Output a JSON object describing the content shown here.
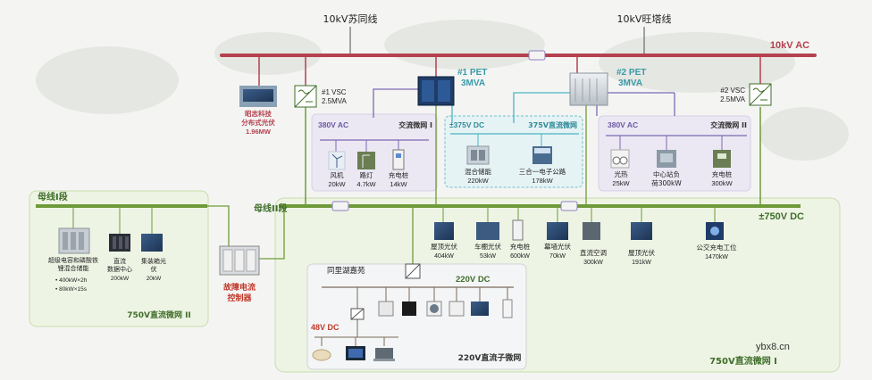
{
  "colors": {
    "bus_red": "#b5404f",
    "bus_green": "#6f9a3a",
    "purple": "#7c69b3",
    "teal": "#4bb3c4",
    "dark_green": "#3f6e2a",
    "red_text": "#c0392b"
  },
  "ac_bus": {
    "feeder1": "10kV苏同线",
    "feeder2": "10kV旺塔线",
    "label": "10kV AC"
  },
  "pv_left": {
    "line1": "昭志科技",
    "line2": "分布式光伏",
    "line3": "1.96MW"
  },
  "vsc1": {
    "name": "#1 VSC",
    "rating": "2.5MVA"
  },
  "vsc2": {
    "name": "#2 VSC",
    "rating": "2.5MVA"
  },
  "pet1": {
    "name": "#1 PET",
    "rating": "3MVA"
  },
  "pet2": {
    "name": "#2 PET",
    "rating": "3MVA"
  },
  "ac_grid1": {
    "voltage": "380V AC",
    "name": "交流微网 I",
    "devices": [
      {
        "l1": "风机",
        "l2": "20kW"
      },
      {
        "l1": "路灯",
        "l2": "4.7kW"
      },
      {
        "l1": "充电桩",
        "l2": "14kW"
      }
    ]
  },
  "dc375": {
    "voltage": "±375V DC",
    "name": "375V直流微网",
    "devices": [
      {
        "l1": "混合储能",
        "l2": "220kW"
      },
      {
        "l1": "三合一电子公路",
        "l2": "178kW"
      }
    ]
  },
  "ac_grid2": {
    "voltage": "380V AC",
    "name": "交流微网 II",
    "devices": [
      {
        "l1": "光热",
        "l2": "25kW"
      },
      {
        "l1": "中心站负",
        "l2": "荷300kW"
      },
      {
        "l1": "充电桩",
        "l2": "300kW"
      }
    ]
  },
  "dc750_bus": {
    "label": "±750V DC",
    "seg1": "母线I段",
    "seg2": "母线II段"
  },
  "dc750_loads": [
    {
      "l1": "屋顶光伏",
      "l2": "404kW"
    },
    {
      "l1": "车棚光伏",
      "l2": "53kW"
    },
    {
      "l1": "充电桩",
      "l2": "600kW"
    },
    {
      "l1": "幕墙光伏",
      "l2": "70kW"
    },
    {
      "l1": "直流空调",
      "l2": "300kW"
    },
    {
      "l1": "屋顶光伏",
      "l2": "191kW"
    },
    {
      "l1": "公交充电工位",
      "l2": "1470kW"
    }
  ],
  "grid2": {
    "name": "750V直流微网 II",
    "storage": {
      "l1": "超级电容和磷酸铁",
      "l2": "锂混合储能",
      "b1": "• 400kW×2h",
      "b2": "• 80kW×15s"
    },
    "dc_center": {
      "l1": "直流",
      "l2": "数据中心",
      "l3": "200kW"
    },
    "pv_box": {
      "l1": "集装箱光",
      "l2": "伏",
      "l3": "20kW"
    }
  },
  "fcl": {
    "l1": "故障电流",
    "l2": "控制器"
  },
  "sub_grid": {
    "community": "同里湖嘉苑",
    "voltage": "220V DC",
    "name": "220V直流子微网",
    "low_voltage": "48V DC"
  },
  "grid1_label": "750V直流微网 I",
  "watermark": "ybx8.cn"
}
